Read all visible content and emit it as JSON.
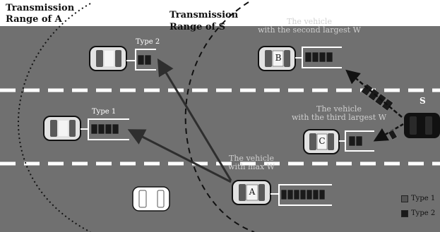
{
  "labels": {
    "range_a_line1": "Transmission",
    "range_a_line2": "Range of A",
    "range_s_line1": "Transmission",
    "range_s_line2": "Range of S",
    "veh_b_line1": "The vehicle",
    "veh_b_line2": "with the second largest W",
    "veh_c_line1": "The vehicle",
    "veh_c_line2": "with the third largest W",
    "veh_a_line1": "The vehicle",
    "veh_a_line2": "with max W",
    "type1_queue": "Type 1",
    "type2_queue": "Type 2",
    "car_a": "A",
    "car_b": "B",
    "car_c": "C",
    "station": "S"
  },
  "legend": [
    {
      "label": "Type 1",
      "color": "#555555"
    },
    {
      "label": "Type 2",
      "color": "#1a1a1a"
    }
  ],
  "colors": {
    "road": "#707070",
    "lane_marking": "#ffffff",
    "packet_type1": "#555555",
    "packet_type2": "#1a1a1a",
    "arrow": "#2e2e2e"
  }
}
